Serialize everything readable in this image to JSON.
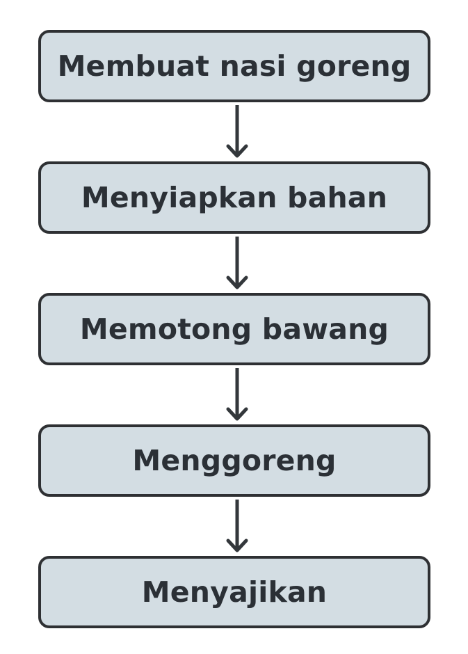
{
  "flowchart": {
    "steps": [
      {
        "label": "Membuat nasi goreng"
      },
      {
        "label": "Menyiapkan bahan"
      },
      {
        "label": "Memotong bawang"
      },
      {
        "label": "Menggoreng"
      },
      {
        "label": "Menyajikan"
      }
    ]
  },
  "colors": {
    "box_fill": "#d3dde3",
    "box_border": "#2e3033",
    "text": "#2b3036",
    "arrow": "#33373b",
    "background": "#ffffff"
  }
}
